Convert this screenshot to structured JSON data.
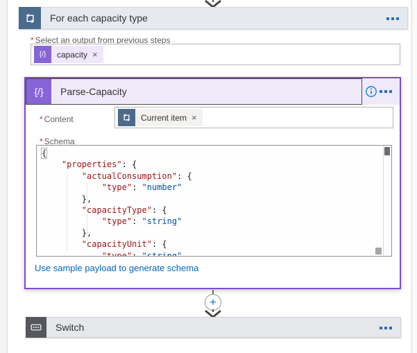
{
  "colors": {
    "parse_accent": "#7d4bd6",
    "parse_icon_bg": "#8764d8",
    "loop_icon_bg": "#4a6b8c",
    "switch_icon_bg": "#54575c",
    "header_blue_gray": "#e6eaf0",
    "link_blue": "#0064bf",
    "plus_blue": "#0078d4",
    "code_key_red": "#a31515",
    "code_string_blue": "#0451a5",
    "required_red": "#d13438"
  },
  "for_each": {
    "title": "For each capacity type"
  },
  "select_output": {
    "required_mark": "*",
    "label": "Select an output from previous steps",
    "token": {
      "icon_glyph": "{/}",
      "label": "capacity",
      "remove": "×"
    }
  },
  "parse": {
    "title": "Parse-Capacity",
    "icon_glyph": "{/}",
    "content_field": {
      "required_mark": "*",
      "label": "Content",
      "token": {
        "label": "Current item",
        "remove": "×"
      }
    },
    "schema_field": {
      "required_mark": "*",
      "label": "Schema"
    },
    "schema_link": "Use sample payload to generate schema",
    "code_lines": [
      [
        [
          "pb",
          "{"
        ]
      ],
      [
        [
          "p",
          "    "
        ],
        [
          "k",
          "\"properties\""
        ],
        [
          "p",
          ": {"
        ]
      ],
      [
        [
          "p",
          "        "
        ],
        [
          "k",
          "\"actualConsumption\""
        ],
        [
          "p",
          ": {"
        ]
      ],
      [
        [
          "p",
          "            "
        ],
        [
          "k",
          "\"type\""
        ],
        [
          "p",
          ": "
        ],
        [
          "v",
          "\"number\""
        ]
      ],
      [
        [
          "p",
          "        },"
        ]
      ],
      [
        [
          "p",
          "        "
        ],
        [
          "k",
          "\"capacityType\""
        ],
        [
          "p",
          ": {"
        ]
      ],
      [
        [
          "p",
          "            "
        ],
        [
          "k",
          "\"type\""
        ],
        [
          "p",
          ": "
        ],
        [
          "v",
          "\"string\""
        ]
      ],
      [
        [
          "p",
          "        },"
        ]
      ],
      [
        [
          "p",
          "        "
        ],
        [
          "k",
          "\"capacityUnit\""
        ],
        [
          "p",
          ": {"
        ]
      ],
      [
        [
          "p",
          "            "
        ],
        [
          "k",
          "\"type\""
        ],
        [
          "p",
          ": "
        ],
        [
          "v",
          "\"string\""
        ]
      ]
    ]
  },
  "switch_step": {
    "title": "Switch"
  }
}
